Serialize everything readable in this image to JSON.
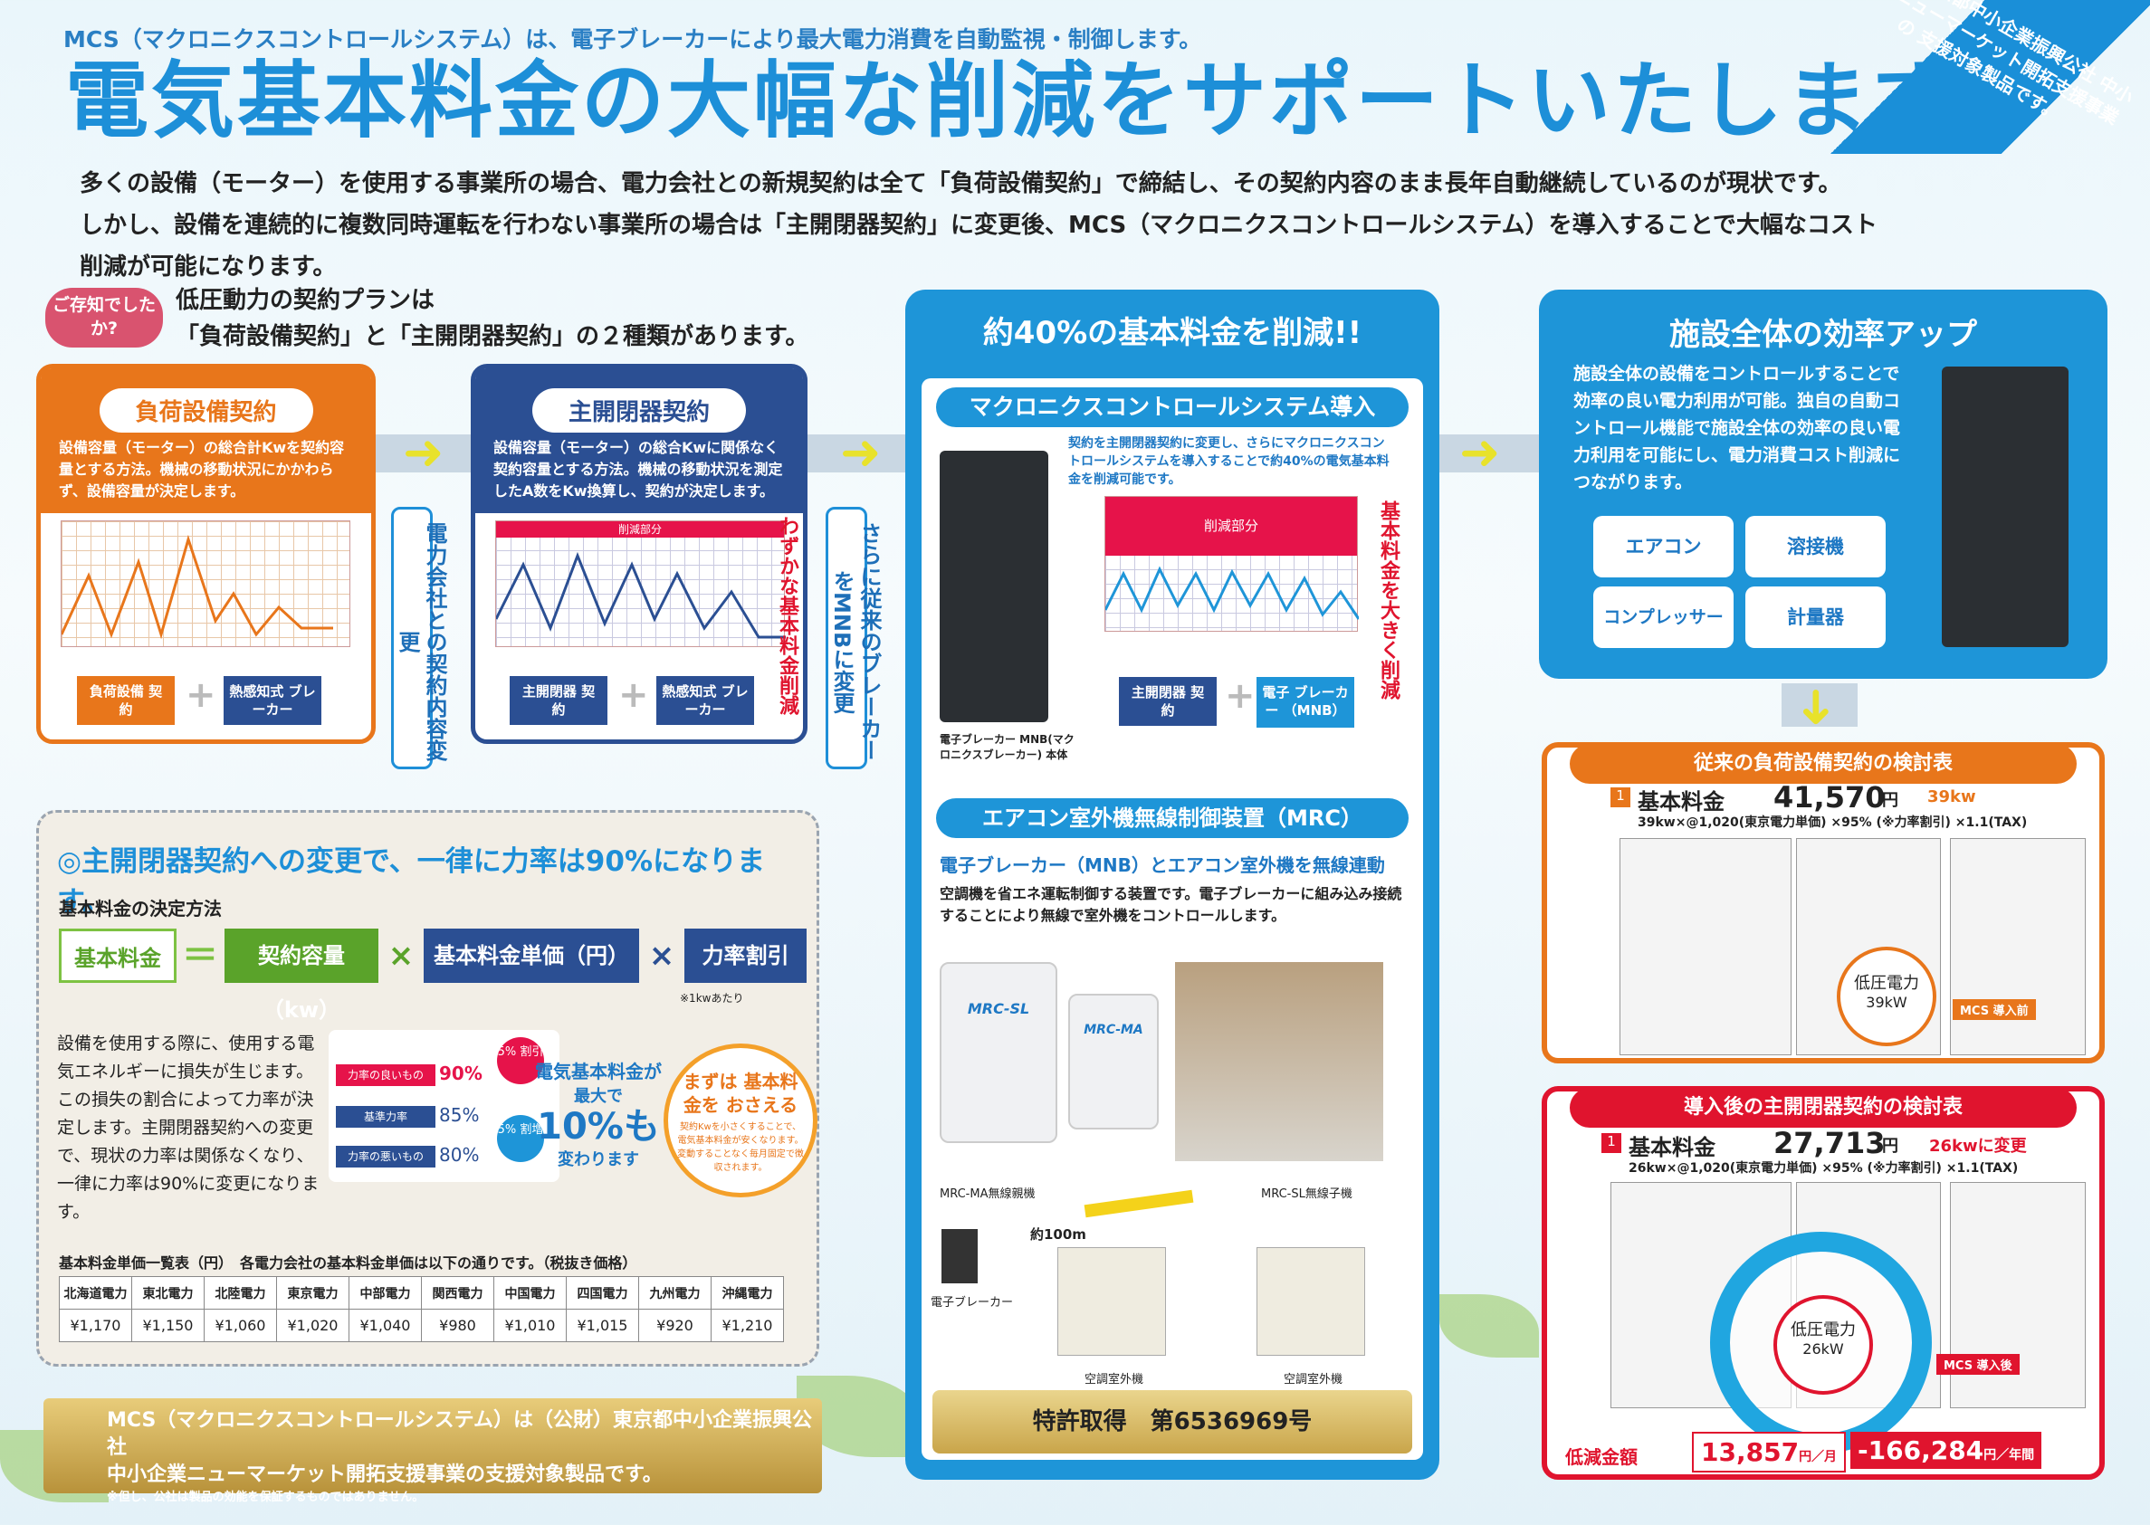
{
  "header": {
    "lead": "MCS（マクロニクスコントロールシステム）は、電子ブレーカーにより最大電力消費を自動監視・制御します。",
    "title": "電気基本料金の大幅な削減をサポートいたします",
    "intro1": "多くの設備（モーター）を使用する事業所の場合、電力会社との新規契約は全て「負荷設備契約」で締結し、その契約内容のまま長年自動継続しているのが現状です。",
    "intro2": "しかし、設備を連続的に複数同時運転を行わない事業所の場合は「主開閉器契約」に変更後、MCS（マクロニクスコントロールシステム）を導入することで大幅なコスト",
    "intro3": "削減が可能になります。",
    "ribbon": "(公財)東京都中小企業振興公社 中小企業ニューマーケット開拓支援事業の 支援対象製品です。"
  },
  "know": {
    "badge": "ご存知でしたか?",
    "line1": "低圧動力の契約プランは",
    "line2": "「負荷設備契約」と「主開閉器契約」の２種類があります。"
  },
  "load_contract": {
    "title": "負荷設備契約",
    "desc": "設備容量（モーター）の総合計Kwを契約容量とする方法。機械の移動状況にかかわらず、設備容量が決定します。",
    "chip1": "負荷設備 契　約",
    "chip2": "熱感知式 ブレーカー"
  },
  "switch_contract": {
    "title": "主開閉器契約",
    "desc": "設備容量（モーター）の総合Kwに関係なく契約容量とする方法。機械の移動状況を測定したA数をKw換算し、契約が決定します。",
    "cut": "削減部分",
    "side": "わずかな基本料金削減",
    "chip1": "主開閉器 契　約",
    "chip2": "熱感知式 ブレーカー"
  },
  "vertical1": "電力会社との契約内容変更",
  "vertical2": "さらに従来のブレーカーをMNBに変更",
  "reduce": {
    "title": "約40%の基本料金を削減!!",
    "sub": "マクロニクスコントロールシステム導入",
    "desc": "契約を主開閉器契約に変更し、さらにマクロニクスコントロールシステムを導入することで約40%の電気基本料金を削減可能です。",
    "cut": "削減部分",
    "side": "基本料金を大きく削減",
    "caption": "電子ブレーカー MNB(マクロニクスブレーカー) 本体",
    "chip1": "主開閉器 契　約",
    "chip2": "電子 ブレーカー （MNB）"
  },
  "mrc": {
    "title": "エアコン室外機無線制御装置（MRC）",
    "sub": "電子ブレーカー（MNB）とエアコン室外機を無線連動",
    "desc": "空調機を省エネ運転制御する装置です。電子ブレーカーに組み込み接続することにより無線で室外機をコントロールします。",
    "device1": "MRC-SL",
    "device2": "MRC-MA",
    "lbl_parent": "MRC-MA無線親機",
    "lbl_child": "MRC-SL無線子機",
    "distance": "約100m",
    "breaker": "電子ブレーカー",
    "unit1": "空調室外機",
    "unit2": "空調室外機",
    "patent": "特許取得　第6536969号"
  },
  "eff": {
    "title": "施設全体の効率アップ",
    "desc": "施設全体の設備をコントロールすることで効率の良い電力利用が可能。独自の自動コントロール機能で施設全体の効率の良い電力利用を可能にし、電力消費コスト削減につながります。",
    "tags": [
      "エアコン",
      "溶接機",
      "コンプレッサー",
      "計量器"
    ]
  },
  "pf": {
    "head": "◎主開閉器契約への変更で、一律に力率は90%になります。",
    "method": "基本料金の決定方法",
    "f1": "基本料金",
    "eq": "＝",
    "f2": "契約容量（kw）",
    "x1": "×",
    "f3": "基本料金単価（円）",
    "x2": "×",
    "f4": "力率割引",
    "note": "※1kwあたり",
    "body": "設備を使用する際に、使用する電気エネルギーに損失が生じます。この損失の割合によって力率が決定します。主開閉器契約への変更で、現状の力率は関係なくなり、一律に力率は90%に変更になります。",
    "good": "力率の良いもの",
    "good_v": "90%",
    "std": "基準力率",
    "std_v": "85%",
    "bad": "力率の悪いもの",
    "bad_v": "80%",
    "disc": "5% 割引",
    "incr": "5% 割増",
    "change1": "電気基本料金が",
    "change2": "最大で",
    "change3": "10%も",
    "change4": "変わります",
    "circle_t": "まずは 基本料金を おさえる",
    "circle_b": "契約Kwを小さくすることで、電気基本料金が安くなります。変動することなく毎月固定で徴収されます。",
    "tbl_title": "基本料金単価一覧表（円）　各電力会社の基本料金単価は以下の通りです。（税抜き価格）",
    "companies": [
      "北海道電力",
      "東北電力",
      "北陸電力",
      "東京電力",
      "中部電力",
      "関西電力",
      "中国電力",
      "四国電力",
      "九州電力",
      "沖縄電力"
    ],
    "prices": [
      "¥1,170",
      "¥1,150",
      "¥1,060",
      "¥1,020",
      "¥1,040",
      "¥980",
      "¥1,010",
      "¥1,015",
      "¥920",
      "¥1,210"
    ]
  },
  "gold": {
    "l1": "MCS（マクロニクスコントロールシステム）は（公財）東京都中小企業振興公社",
    "l2": "中小企業ニューマーケット開拓支援事業の支援対象製品です。",
    "l3": "※但し、公社は製品の効能を保証するものではありません。"
  },
  "before": {
    "bar": "従来の負荷設備契約の検討表",
    "n": "1",
    "label": "基本料金",
    "amount": "41,570",
    "yen": "円",
    "kw": "39kw",
    "formula": "39kw×@1,020(東京電力単価) ×95% (※力率割引) ×1.1(TAX)",
    "circle": "低圧電力",
    "circle_v": "39kW",
    "badge": "MCS 導入前"
  },
  "after": {
    "bar": "導入後の主開閉器契約の検討表",
    "n": "1",
    "label": "基本料金",
    "amount": "27,713",
    "yen": "円",
    "kw": "26kwに変更",
    "formula": "26kw×@1,020(東京電力単価) ×95% (※力率割引) ×1.1(TAX)",
    "circle": "低圧電力",
    "circle_v": "26kW",
    "badge": "MCS 導入後",
    "saving_label": "低減金額",
    "monthly": "13,857",
    "mon_unit": "円／月",
    "yearly": "-166,284",
    "yr_unit": "円／年間"
  }
}
